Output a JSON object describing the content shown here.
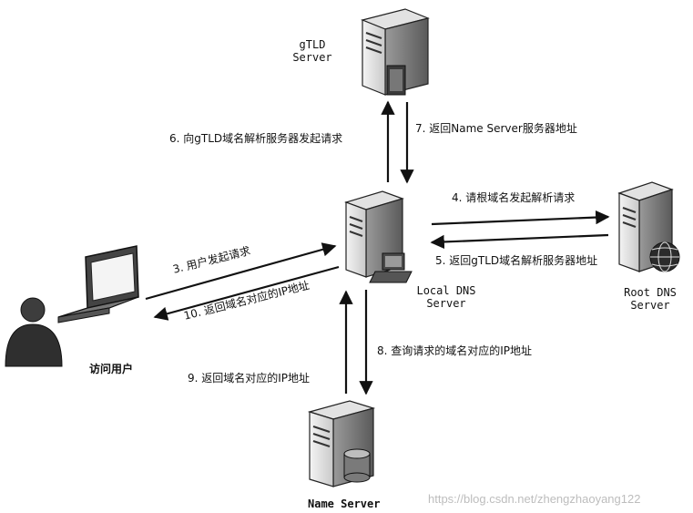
{
  "nodes": {
    "gtld_server": {
      "line1": "gTLD",
      "line2": "Server"
    },
    "local_dns": {
      "line1": "Local DNS",
      "line2": "Server"
    },
    "root_dns": {
      "line1": "Root DNS",
      "line2": "Server"
    },
    "name_server": {
      "label": "Name Server"
    },
    "user": {
      "label": "访问用户"
    }
  },
  "steps": {
    "s3": "3. 用户发起请求",
    "s4": "4. 请根域名发起解析请求",
    "s5": "5. 返回gTLD域名解析服务器地址",
    "s6": "6. 向gTLD域名解析服务器发起请求",
    "s7": "7. 返回Name Server服务器地址",
    "s8": "8. 查询请求的域名对应的IP地址",
    "s9": "9. 返回域名对应的IP地址",
    "s10": "10. 返回域名对应的IP地址"
  },
  "watermark": "https://blog.csdn.net/zhengzhaoyang122"
}
